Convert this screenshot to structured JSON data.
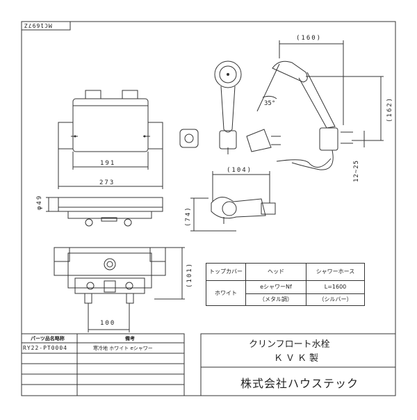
{
  "drawing_code": "MC1697Z",
  "dimensions": {
    "d191": "191",
    "d273": "273",
    "d49": "φ49",
    "d160": "(160)",
    "d162": "(162)",
    "d35": "35°",
    "d104": "(104)",
    "d74": "(74)",
    "d101": "(101)",
    "d100": "100",
    "d12_25": "12~25"
  },
  "spec_table": {
    "headers": [
      "トップカバー",
      "ヘッド",
      "シャワーホース"
    ],
    "row": [
      "ホワイト",
      "eシャワーNf",
      "L=1600"
    ],
    "row2": [
      "",
      "（メタル調）",
      "（シルバー）"
    ]
  },
  "parts_table": {
    "header_code": "パーツ品名略称",
    "header_note": "備考",
    "code": "RY22-PT0004",
    "note": "寒冷地 ホワイト eシャワー"
  },
  "title_block": {
    "product": "クリンフロート水栓",
    "maker": "ＫＶＫ製",
    "company": "株式会社ハウステック"
  }
}
